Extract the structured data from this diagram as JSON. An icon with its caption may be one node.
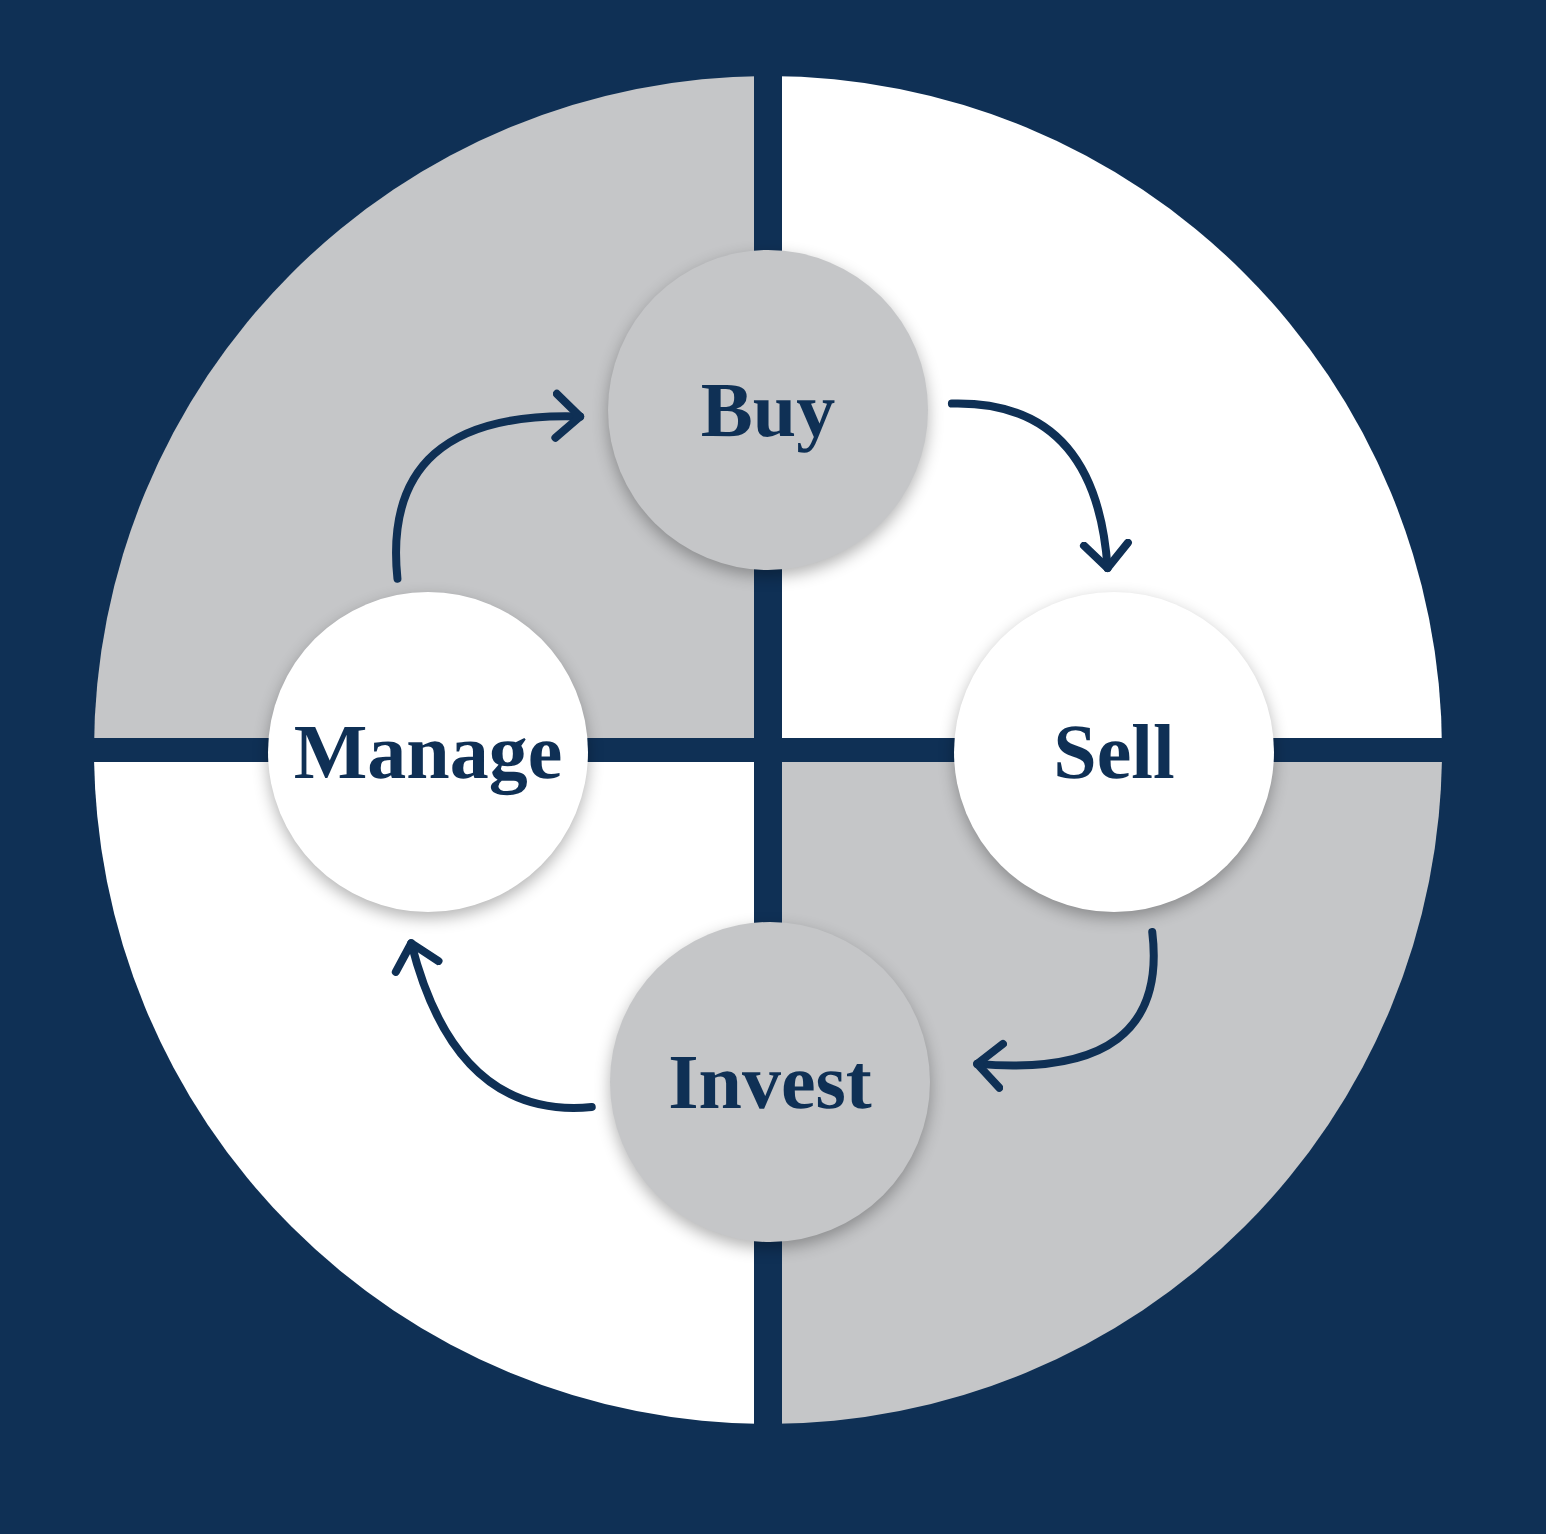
{
  "diagram": {
    "nodes": [
      {
        "text": [
          "Buy"
        ]
      },
      {
        "text": [
          "Sell"
        ]
      },
      {
        "text": [
          "Invest"
        ]
      },
      {
        "text": [
          "Manage"
        ]
      }
    ],
    "edges": [
      {
        "from": 0,
        "to": 1,
        "arrow": "to"
      },
      {
        "from": 1,
        "to": 2,
        "arrow": "to"
      },
      {
        "from": 2,
        "to": 3,
        "arrow": "to"
      },
      {
        "from": 3,
        "to": 0,
        "arrow": "to"
      }
    ]
  }
}
